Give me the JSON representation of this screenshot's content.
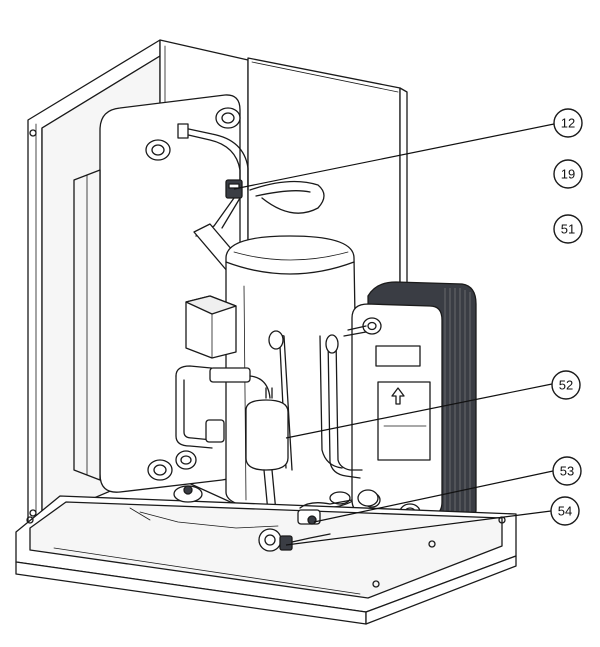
{
  "callouts": [
    {
      "id": "c12",
      "number": "12"
    },
    {
      "id": "c19",
      "number": "19"
    },
    {
      "id": "c51",
      "number": "51"
    },
    {
      "id": "c52",
      "number": "52"
    },
    {
      "id": "c53",
      "number": "53"
    },
    {
      "id": "c54",
      "number": "54"
    }
  ]
}
